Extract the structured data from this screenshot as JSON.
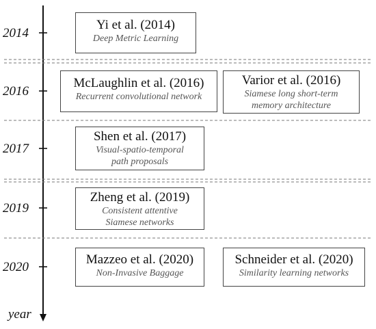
{
  "timeline": {
    "axis_label": "year",
    "years": [
      "2014",
      "2016",
      "2017",
      "2019",
      "2020"
    ]
  },
  "entries": [
    {
      "title": "Yi et al. (2014)",
      "subtitle": "Deep Metric Learning"
    },
    {
      "title": "McLaughlin et al. (2016)",
      "subtitle": "Recurrent convolutional network"
    },
    {
      "title": "Varior et al. (2016)",
      "subtitle": "Siamese long short-term\nmemory architecture"
    },
    {
      "title": "Shen et al. (2017)",
      "subtitle": "Visual-spatio-temporal\npath proposals"
    },
    {
      "title": "Zheng et al. (2019)",
      "subtitle": "Consistent attentive\nSiamese networks"
    },
    {
      "title": "Mazzeo et al. (2020)",
      "subtitle": "Non-Invasive Baggage"
    },
    {
      "title": "Schneider et al. (2020)",
      "subtitle": "Similarity learning networks"
    }
  ]
}
